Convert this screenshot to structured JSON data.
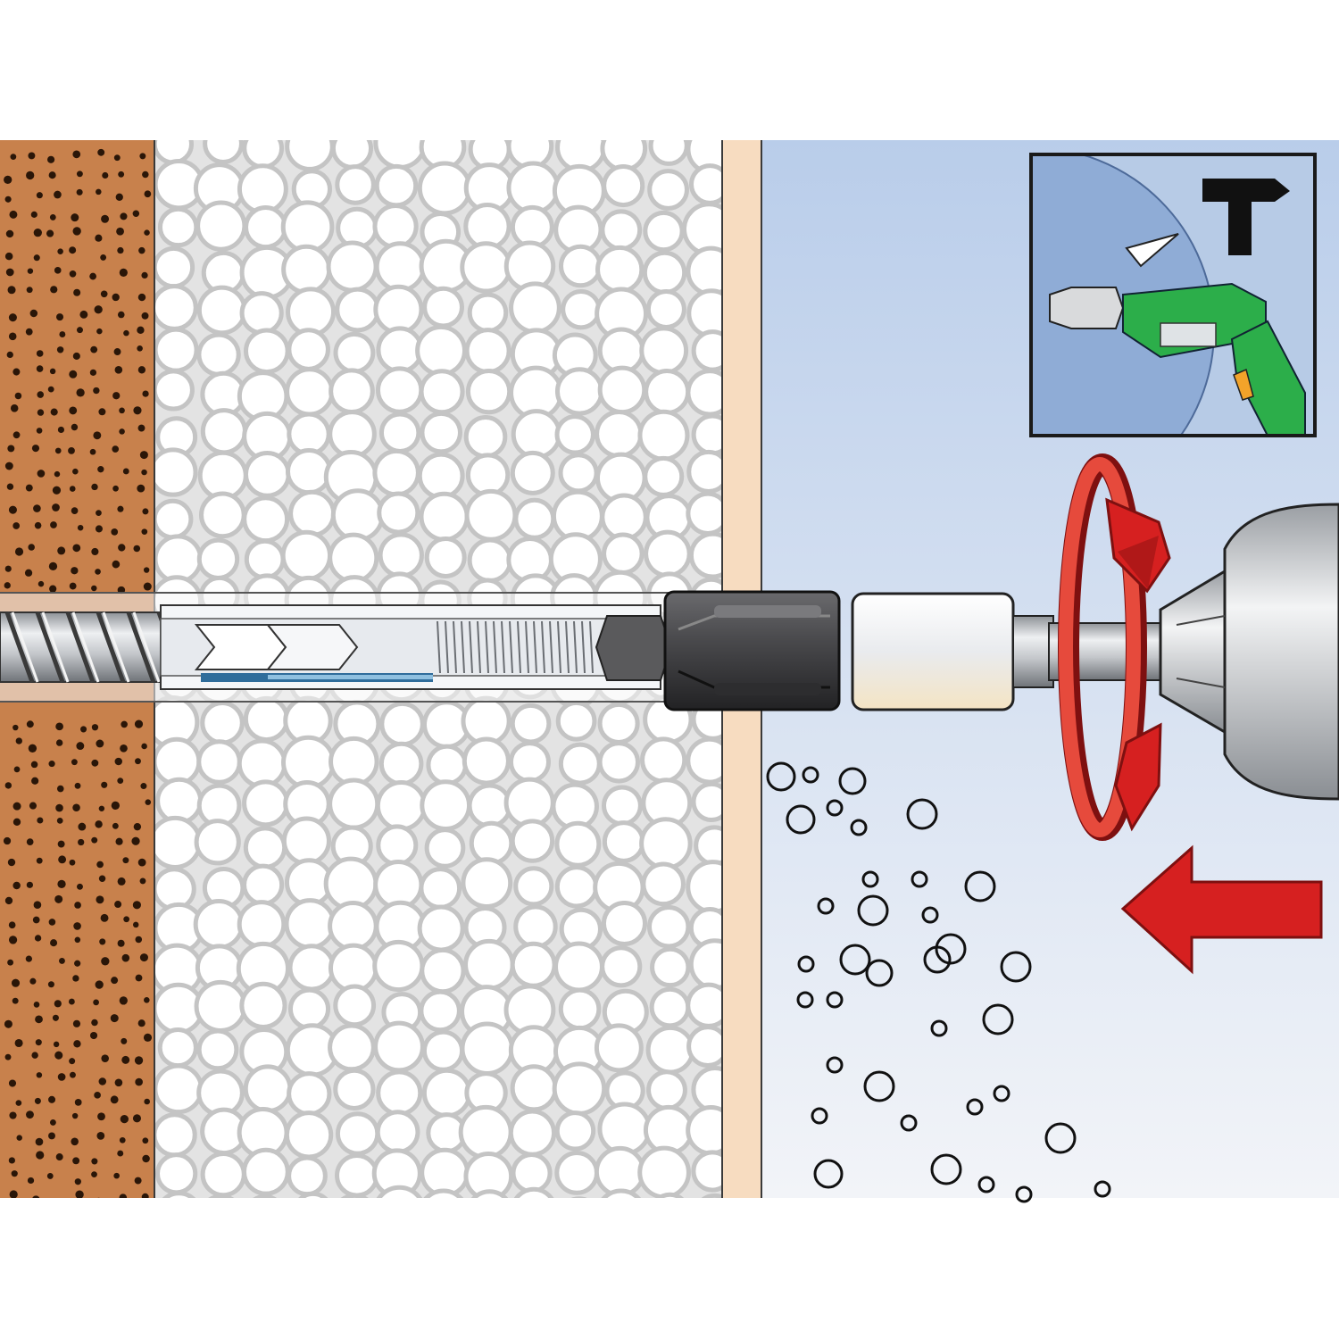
{
  "illustration": {
    "subject": "screw-anchor-installation-through-insulation",
    "layers": [
      "masonry",
      "insulation",
      "render",
      "air-space"
    ],
    "inset": {
      "icon": "drill-rotation-mode-icon",
      "mode_symbol": "hammer-off-symbol"
    },
    "motion": {
      "rotation": "clockwise",
      "push_direction": "left"
    },
    "colors": {
      "masonry": "#c8814c",
      "masonry_dots": "#2a1608",
      "insulation_bg": "#e4e4e4",
      "insulation_bead": "#ffffff",
      "render": "#f7dcc0",
      "air_top": "#b9cdea",
      "air_bottom": "#f2f4f8",
      "accent_red": "#d62020",
      "ring_red": "#e64a3c",
      "drill_green": "#2cae4a",
      "steel": "#c9ccd0",
      "plug_dark": "#3e3e40",
      "outline": "#222222"
    }
  }
}
